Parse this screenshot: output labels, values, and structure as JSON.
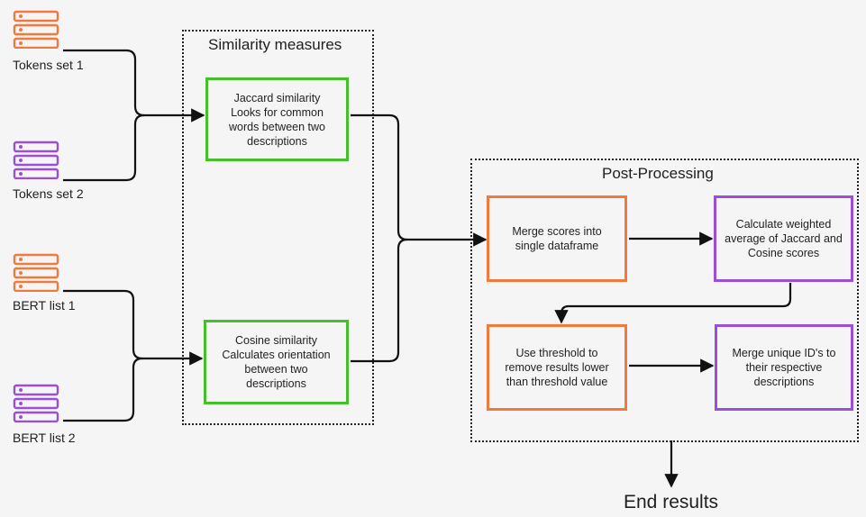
{
  "sources": {
    "tokens1": "Tokens set 1",
    "tokens2": "Tokens set 2",
    "bert1": "BERT list 1",
    "bert2": "BERT list 2"
  },
  "source_icons": {
    "tokens1": {
      "icon": "server-stack-icon",
      "color": "#f07a3c"
    },
    "tokens2": {
      "icon": "server-stack-icon",
      "color": "#9a4fd6"
    },
    "bert1": {
      "icon": "server-stack-icon",
      "color": "#f07a3c"
    },
    "bert2": {
      "icon": "server-stack-icon",
      "color": "#9a4fd6"
    }
  },
  "similarity": {
    "title": "Similarity measures",
    "jaccard": "Jaccard similarity\nLooks for common\nwords between two\ndescriptions",
    "cosine": "Cosine similarity\nCalculates orientation\nbetween two\ndescriptions"
  },
  "post": {
    "title": "Post-Processing",
    "merge_scores": "Merge scores into\nsingle dataframe",
    "weighted": "Calculate weighted\naverage of Jaccard and\nCosine scores",
    "threshold": "Use threshold to\nremove results lower\nthan threshold value",
    "merge_ids": "Merge unique ID's to\ntheir respective\ndescriptions"
  },
  "end": "End results",
  "colors": {
    "green": "#46c02a",
    "orange": "#f07a3c",
    "purple": "#9a4fd6",
    "line": "#111111"
  }
}
